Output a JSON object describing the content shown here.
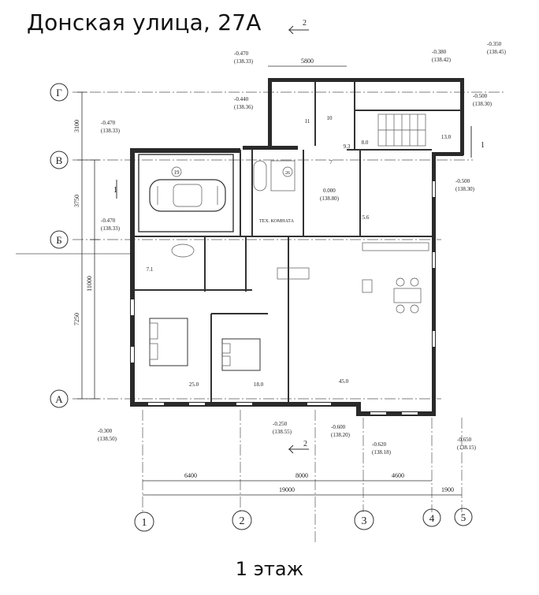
{
  "title": "Донская улица, 27А",
  "floor_label": "1 этаж",
  "row_axes": [
    "Г",
    "В",
    "Б",
    "А"
  ],
  "col_axes": [
    "1",
    "2",
    "3",
    "4",
    "5"
  ],
  "section_marks": {
    "top": "2",
    "bottom": "2",
    "side_left": "1",
    "side_right": "1"
  },
  "dimensions": {
    "top": "5800",
    "bottom_segments": [
      "6400",
      "8000",
      "4600"
    ],
    "bottom_total": "19000",
    "bottom_right": "1900",
    "left_segments": [
      "3100",
      "3750",
      "7250"
    ],
    "left_total": "11000"
  },
  "elevations": {
    "top_left_1": "-0.470",
    "top_left_1b": "(138.33)",
    "top_left_2": "-0.440",
    "top_left_2b": "(138.36)",
    "top_mid": "-0.380",
    "top_midb": "(138.42)",
    "top_right": "-0.350",
    "top_rightb": "(138.45)",
    "right_1": "-0.500",
    "right_1b": "(138.30)",
    "right_2": "-0.500",
    "right_2b": "(138.30)",
    "left_v": "-0.470",
    "left_vb": "(138.33)",
    "left_b": "-0.470",
    "left_bb": "(138.33)",
    "bottom_left": "-0.300",
    "bottom_leftb": "(138.50)",
    "bottom_1": "-0.250",
    "bottom_1b": "(138.55)",
    "bottom_2": "-0.600",
    "bottom_2b": "(138.20)",
    "bottom_3": "-0.620",
    "bottom_3b": "(138.18)",
    "bottom_4": "-0.650",
    "bottom_4b": "(138.15)",
    "center": "0.000",
    "centerb": "(138.80)"
  },
  "room_labels": {
    "garage": "19",
    "r10": "10",
    "r11": "11",
    "r9": "9.3",
    "r8": "8.0",
    "r13": "13.0",
    "r7": "7",
    "r5": "5.6",
    "r71": "7.1",
    "tech": "ТЕХ.\nКОМНАТА",
    "bed1": "25.0",
    "bed2": "18.0",
    "living": "45.0",
    "r26": "26"
  }
}
